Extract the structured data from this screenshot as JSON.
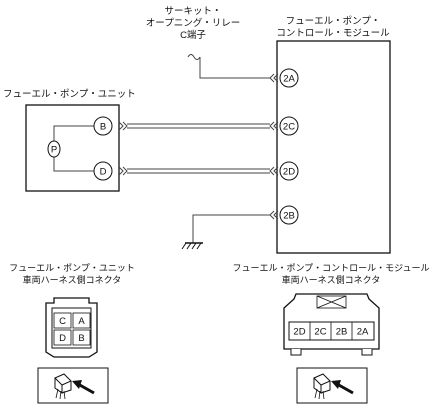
{
  "labels": {
    "relay_line1": "サーキット・",
    "relay_line2": "オープニング・リレー",
    "relay_line3": "C端子",
    "module_line1": "フューエル・ポンプ・",
    "module_line2": "コントロール・モジュール",
    "pump_unit": "フューエル・ポンプ・ユニット",
    "pump_connector_line1": "フューエル・ポンプ・ユニット",
    "pump_connector_line2": "車両ハーネス側コネクタ",
    "module_connector_line1": "フューエル・ポンプ・コントロール・モジュール",
    "module_connector_line2": "車両ハーネス側コネクタ"
  },
  "pump_unit": {
    "motor_symbol": "P",
    "terminals": [
      "B",
      "D"
    ]
  },
  "module_terminals": [
    "2A",
    "2C",
    "2D",
    "2B"
  ],
  "connections": [
    {
      "from": "relay-C",
      "to": "2A"
    },
    {
      "from": "B",
      "to": "2C"
    },
    {
      "from": "D",
      "to": "2D"
    },
    {
      "from": "ground",
      "to": "2B"
    }
  ],
  "pump_connector": {
    "top_row": [
      "C",
      "A"
    ],
    "bottom_row": [
      "D",
      "B"
    ]
  },
  "module_connector": {
    "pins": [
      "2D",
      "2C",
      "2B",
      "2A"
    ]
  },
  "icons": [
    "ground-icon",
    "connector-view-arrow-icon"
  ]
}
